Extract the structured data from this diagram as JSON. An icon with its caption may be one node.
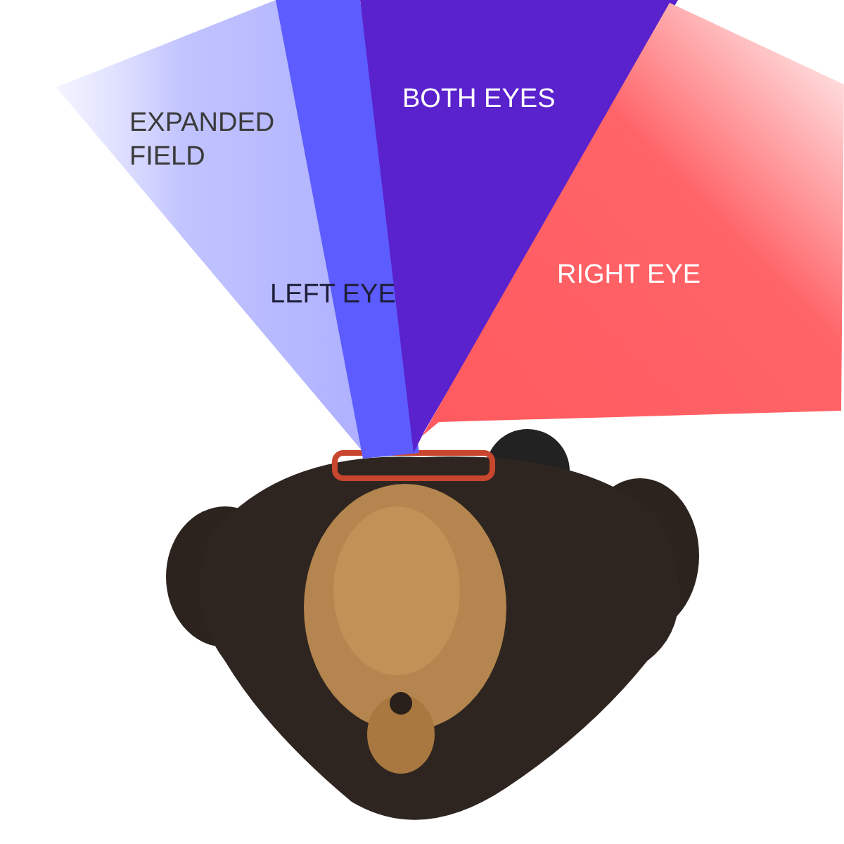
{
  "diagram": {
    "nodes": [
      {
        "text": [
          "EXPANDED FIELD"
        ]
      },
      {
        "text": [
          "LEFT EYE"
        ]
      },
      {
        "text": [
          "BOTH EYES"
        ]
      },
      {
        "text": [
          "RIGHT EYE"
        ]
      }
    ]
  }
}
